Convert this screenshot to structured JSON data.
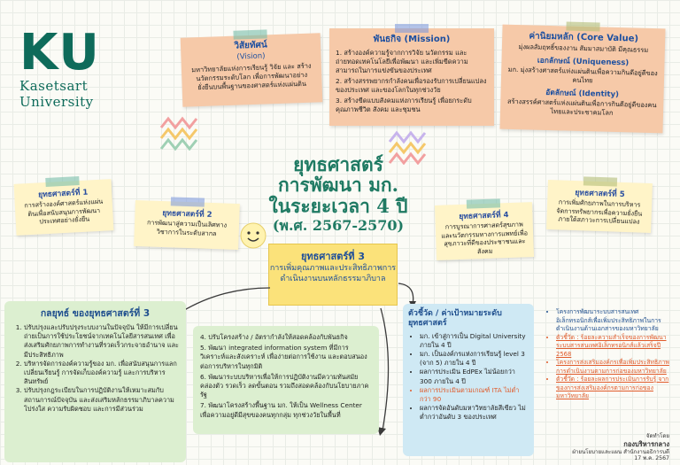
{
  "logo": {
    "mark": "KU",
    "name": "Kasetsart University"
  },
  "vision": {
    "title": "วิสัยทัศน์",
    "subtitle": "(Vision)",
    "body": "มหาวิทยาลัยแห่งการเรียนรู้ วิจัย และ สร้างนวัตกรรมระดับโลก เพื่อการพัฒนาอย่างยั่งยืนบนพื้นฐานของศาสตร์แห่งแผ่นดิน"
  },
  "mission": {
    "title": "พันธกิจ (Mission)",
    "items": [
      "1. สร้างองค์ความรู้จากการวิจัย นวัตกรรม และถ่ายทอดเทคโนโลยีเพื่อพัฒนา และเพิ่มขีดความสามารถในการแข่งขันของประเทศ",
      "2. สร้างสรรพยากรกำลังคนเพื่อรองรับการเปลี่ยนแปลงของประเทศ และของโลกในทุกช่วงวัย",
      "3. สร้างขีดแบบสังคมแห่งการเรียนรู้ เพื่อยกระดับคุณภาพชีวิต สังคม และชุมชน"
    ]
  },
  "values": {
    "title": "ค่านิยมหลัก (Core Value)",
    "body": "มุ่งผลสัมฤทธิ์ของงาน สัมมาสมาบัติ มีคุณธรรม",
    "uniq_title": "เอกลักษณ์ (Uniqueness)",
    "uniq_body": "มก. มุ่งสร้างศาสตร์แห่งแผ่นดินเพื่อความกินดีอยู่ดีของคนไทย",
    "id_title": "อัตลักษณ์ (Identity)",
    "id_body": "สร้างสรรค์ศาสตร์แห่งแผ่นดินเพื่อการกินดีอยู่ดีของคนไทยและประชาคมโลก"
  },
  "title": {
    "l1": "ยุทธศาสตร์",
    "l2": "การพัฒนา มก.",
    "l3": "ในระยะเวลา 4 ปี",
    "l4": "(พ.ศ. 2567-2570)"
  },
  "s1": {
    "title": "ยุทธศาสตร์ที่ 1",
    "body": "การสร้างองค์ศาสตร์แห่งแผ่นดินเพื่อสนับสนุนการพัฒนาประเทศอย่างยั่งยืน"
  },
  "s2": {
    "title": "ยุทธศาสตร์ที่ 2",
    "body": "การพัฒนาสู่ความเป็นเลิศทางวิชาการในระดับสากล"
  },
  "s3": {
    "title": "ยุทธศาสตร์ที่ 3",
    "body": "การเพิ่มคุณภาพและประสิทธิภาพการดำเนินงานบนหลักธรรมาภิบาล"
  },
  "s4": {
    "title": "ยุทธศาสตร์ที่ 4",
    "body": "การบูรณาการศาสตร์สุขภาพ และนวัตกรรมทางการแพทย์เพื่อสุขภาวะที่ดีของประชาชนและสังคม"
  },
  "s5": {
    "title": "ยุทธศาสตร์ที่ 5",
    "body": "การเพิ่มศักยภาพในการบริหารจัดการทรัพยากรเพื่อความยั่งยืนภายใต้สภาวะการเปลี่ยนแปลง"
  },
  "strategy": {
    "title": "กลยุทธ์ ของยุทธศาสตร์ที่ 3",
    "items": [
      "ปรับปรุงและปรับปรุงระบบงานในปัจจุบัน ให้มีการเปลี่ยนถ่ายเป็นการใช้ประโยชน์จากเทคโนโลยีสารสนเทศ เพื่อส่งเสริมศักยภาพการทำงานที่รวดเร็วกระจายอำนาจ และมีประสิทธิภาพ",
      "บริหารจัดการองค์ความรู้ของ มก. เพื่อสนับสนุนการแลกเปลี่ยนเรียนรู้ การจัดเก็บองค์ความรู้ และการบริหารสินทรัพย์",
      "ปรับปรุงกฎระเบียบในการปฏิบัติงานให้เหมาะสมกับสถานการณ์ปัจจุบัน และส่งเสริมหลักธรรมาภิบาลความโปร่งใส ความรับผิดชอบ และการมีส่วนร่วม"
    ]
  },
  "strategy2": {
    "items": [
      "4. ปรับโครงสร้าง / อัตรากำลังให้สอดคล้องกับพันธกิจ",
      "5. พัฒนา integrated information system ที่มีการวิเคราะห์และสังเคราะห์ เพื่อง่ายต่อการใช้งาน และตอบสนองต่อการบริหารในทุกมิติ",
      "6. พัฒนาระบบบริหารเพื่อให้การปฏิบัติงานมีความทันสมัย คล่องตัว รวดเร็ว ลดขั้นตอน รวมถึงสอดคล้องกับนโยบายภาครัฐ",
      "7. พัฒนาโครงสร้างพื้นฐาน มก. ให้เป็น Wellness Center เพื่อความอยู่ดีมีสุขของคนทุกกลุ่ม ทุกช่วงวัยในพื้นที่"
    ]
  },
  "kpi": {
    "title": "ตัวชี้วัด / ค่าเป้าหมายระดับยุทธศาสตร์",
    "items": [
      {
        "text": "มก. เข้าสู่การเป็น Digital University ภายใน 4 ปี",
        "hl": false
      },
      {
        "text": "มก. เป็นองค์กรแห่งการเรียนรู้ level 3 (จาก 5) ภายใน 4 ปี",
        "hl": false
      },
      {
        "text": "ผลการประเมิน EdPEx ไม่น้อยกว่า 300 ภายใน 4 ปี",
        "hl": false
      },
      {
        "text": "ผลการประเมินตามเกณฑ์ ITA ไม่ต่ำกว่า 90",
        "hl": true
      },
      {
        "text": "ผลการจัดอันดับมหาวิทยาลัยสีเขียว ไม่ต่ำกว่าอันดับ 3 ของประเทศ",
        "hl": false
      }
    ]
  },
  "projects": {
    "items": [
      {
        "text": "โครงการพัฒนาระบบสารสนเทศอิเล็กทรอนิกส์เพื่อเพิ่มประสิทธิภาพในการดำเนินงานด้านเอกสารของมหาวิทยาลัย",
        "o": false
      },
      {
        "text": "ตัวชี้วัด : ร้อยละความสำเร็จของการพัฒนาระบบสารสนเทศอิเล็กทรอนิกส์แล้วเสร็จปี 2568",
        "o": true
      },
      {
        "text": "โครงการส่งเสริมองค์กรเพื่อเพิ่มประสิทธิภาพการดำเนินงานตามการก่อของมหาวิทยาลัย",
        "o": true
      },
      {
        "text": "ตัวชี้วัด : ร้อยละผลการประเมินการรับรู้ จากของการส่งเสริมองค์กรตามการก่อของมหาวิทยาลัย",
        "o": true
      }
    ]
  },
  "footer": {
    "l1": "จัดทำโดย",
    "l2": "กองบริหารกลาง",
    "l3": "ฝ่ายนโยบายและแผน สำนักงานอธิการบดี",
    "l4": "17 พ.ค. 2567"
  },
  "colors": {
    "green": "#1f7a63",
    "blue": "#1e4f9a",
    "orange": "#e05a2a"
  }
}
